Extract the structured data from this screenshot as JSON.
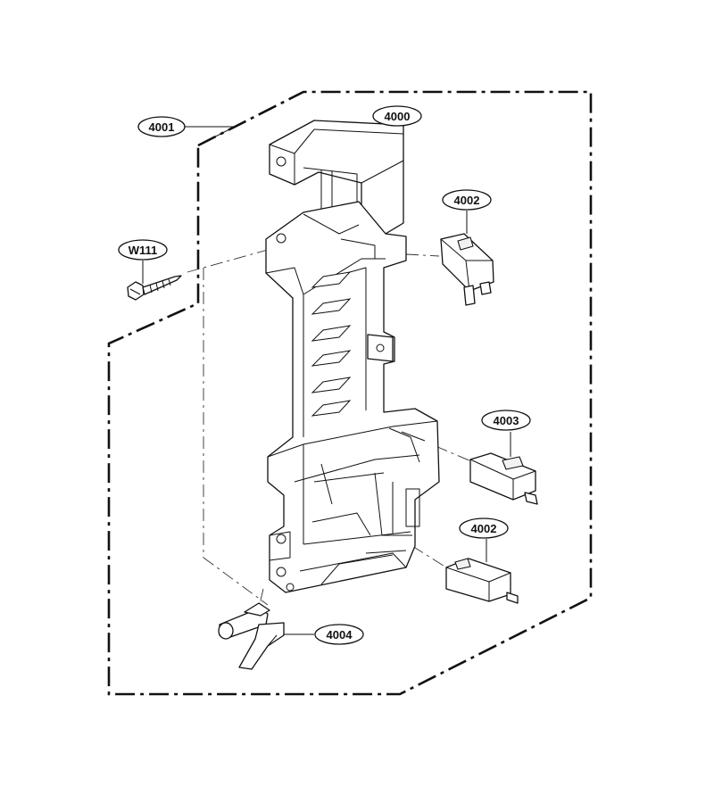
{
  "diagram": {
    "callouts": [
      {
        "id": "4001",
        "text": "4001"
      },
      {
        "id": "4000",
        "text": "4000"
      },
      {
        "id": "4002a",
        "text": "4002"
      },
      {
        "id": "W111",
        "text": "W111"
      },
      {
        "id": "4003",
        "text": "4003"
      },
      {
        "id": "4002b",
        "text": "4002"
      },
      {
        "id": "4004",
        "text": "4004"
      }
    ]
  }
}
